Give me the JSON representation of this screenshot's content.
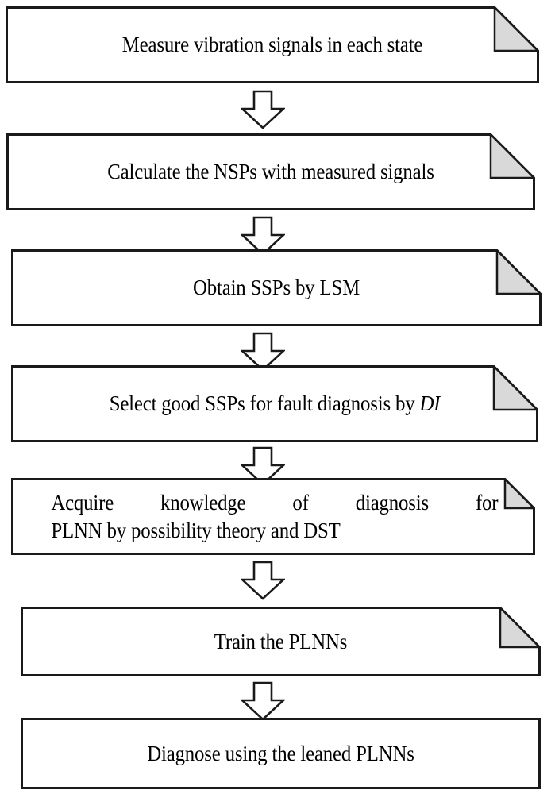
{
  "diagram": {
    "title": "Fault diagnosis procedure flowchart",
    "orientation": "top-to-bottom",
    "colors": {
      "stroke": "#1a1a1a",
      "fill": "#ffffff",
      "fold_fill": "#d9d9d9",
      "text": "#000000"
    },
    "nodes": [
      {
        "id": "node-1",
        "shape": "document-folded-corner",
        "text": "Measure vibration signals in each state",
        "lines": [
          "Measure vibration signals in each state"
        ],
        "has_fold": true
      },
      {
        "id": "node-2",
        "shape": "document-folded-corner",
        "text": "Calculate the NSPs with measured signals",
        "lines": [
          "Calculate the NSPs with measured signals"
        ],
        "has_fold": true
      },
      {
        "id": "node-3",
        "shape": "document-folded-corner",
        "text": "Obtain SSPs by LSM",
        "lines": [
          "Obtain SSPs by LSM"
        ],
        "has_fold": true
      },
      {
        "id": "node-4",
        "shape": "document-folded-corner",
        "text": "Select good SSPs for fault diagnosis by DI",
        "lines": [
          "Select good SSPs for fault diagnosis by "
        ],
        "italic_suffix": "DI",
        "has_fold": true
      },
      {
        "id": "node-5",
        "shape": "document-folded-corner",
        "text": "Acquire knowledge of diagnosis for PLNN by possibility theory and DST",
        "lines": [
          "Acquire knowledge of diagnosis for",
          "PLNN by possibility theory and DST"
        ],
        "has_fold": true
      },
      {
        "id": "node-6",
        "shape": "document-folded-corner",
        "text": "Train the PLNNs",
        "lines": [
          "Train the PLNNs"
        ],
        "has_fold": true
      },
      {
        "id": "node-7",
        "shape": "rectangle",
        "text": "Diagnose using the leaned PLNNs",
        "lines": [
          "Diagnose using the leaned PLNNs"
        ],
        "has_fold": false
      }
    ],
    "connectors": [
      {
        "id": "arrow-1",
        "from": "node-1",
        "to": "node-2",
        "glyph": "down-block-arrow"
      },
      {
        "id": "arrow-2",
        "from": "node-2",
        "to": "node-3",
        "glyph": "down-block-arrow"
      },
      {
        "id": "arrow-3",
        "from": "node-3",
        "to": "node-4",
        "glyph": "down-block-arrow"
      },
      {
        "id": "arrow-4",
        "from": "node-4",
        "to": "node-5",
        "glyph": "down-block-arrow"
      },
      {
        "id": "arrow-5",
        "from": "node-5",
        "to": "node-6",
        "glyph": "down-block-arrow"
      },
      {
        "id": "arrow-6",
        "from": "node-6",
        "to": "node-7",
        "glyph": "down-block-arrow"
      }
    ]
  }
}
